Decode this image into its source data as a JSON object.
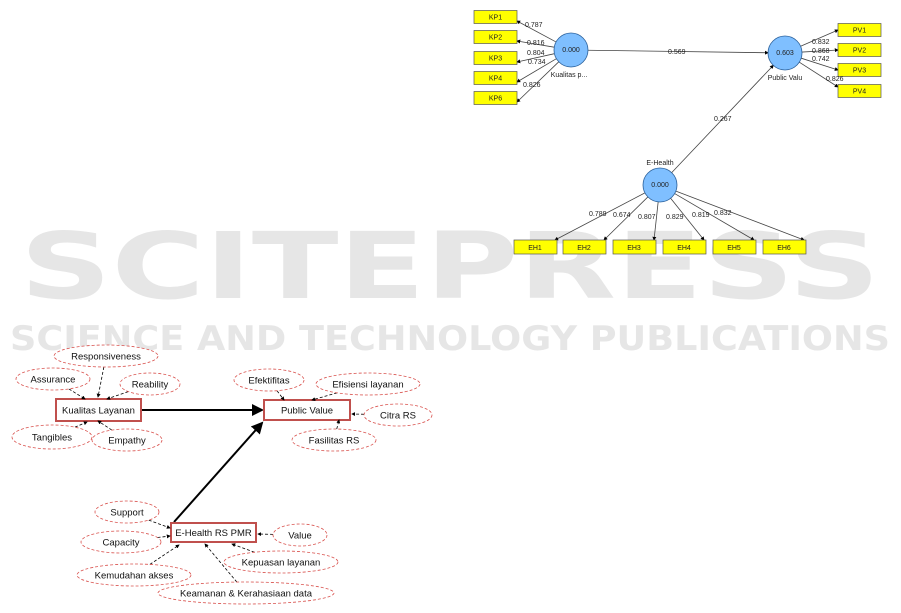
{
  "watermark": {
    "title": "SCITEPRESS",
    "subtitle": "SCIENCE AND TECHNOLOGY PUBLICATIONS"
  },
  "pls_model": {
    "constructs": {
      "kualitas": {
        "label": "Kualitas p...",
        "r2": "0.000"
      },
      "public_value": {
        "label": "Public Valu",
        "r2": "0.603"
      },
      "ehealth": {
        "label": "E-Health",
        "r2": "0.000"
      }
    },
    "paths": [
      {
        "from": "kualitas",
        "to": "public_value",
        "coef": "0.569"
      },
      {
        "from": "ehealth",
        "to": "public_value",
        "coef": "0.267"
      }
    ],
    "kualitas_indicators": [
      {
        "label": "KP1",
        "loading": "0.787"
      },
      {
        "label": "KP2",
        "loading": "0.816"
      },
      {
        "label": "KP3",
        "loading": "0.804"
      },
      {
        "label": "KP4",
        "loading": "0.734"
      },
      {
        "label": "KP6",
        "loading": "0.826"
      }
    ],
    "public_value_indicators": [
      {
        "label": "PV1",
        "loading": "0.832"
      },
      {
        "label": "PV2",
        "loading": "0.868"
      },
      {
        "label": "PV3",
        "loading": "0.742"
      },
      {
        "label": "PV4",
        "loading": "0.826"
      }
    ],
    "ehealth_indicators": [
      {
        "label": "EH1",
        "loading": "0.789"
      },
      {
        "label": "EH2",
        "loading": "0.674"
      },
      {
        "label": "EH3",
        "loading": "0.807"
      },
      {
        "label": "EH4",
        "loading": "0.829"
      },
      {
        "label": "EH5",
        "loading": "0.819"
      },
      {
        "label": "EH6",
        "loading": "0.832"
      }
    ]
  },
  "conceptual_model": {
    "constructs": {
      "kualitas": "Kualitas Layanan",
      "public_value": "Public Value",
      "ehealth": "E-Health RS PMR"
    },
    "kualitas_dimensions": [
      "Responsiveness",
      "Assurance",
      "Reability",
      "Tangibles",
      "Empathy"
    ],
    "public_value_dimensions": [
      "Efektifitas",
      "Efisiensi layanan",
      "Citra RS",
      "Fasilitas RS"
    ],
    "ehealth_dimensions": [
      "Support",
      "Capacity",
      "Value",
      "Kemudahan akses",
      "Kepuasan layanan",
      "Keamanan & Kerahasiaan data"
    ]
  },
  "colors": {
    "indicator_fill": "#ffff00",
    "construct_fill": "#7fbfff",
    "box_border": "#c0504d",
    "ellipse_border": "#d9534f"
  }
}
